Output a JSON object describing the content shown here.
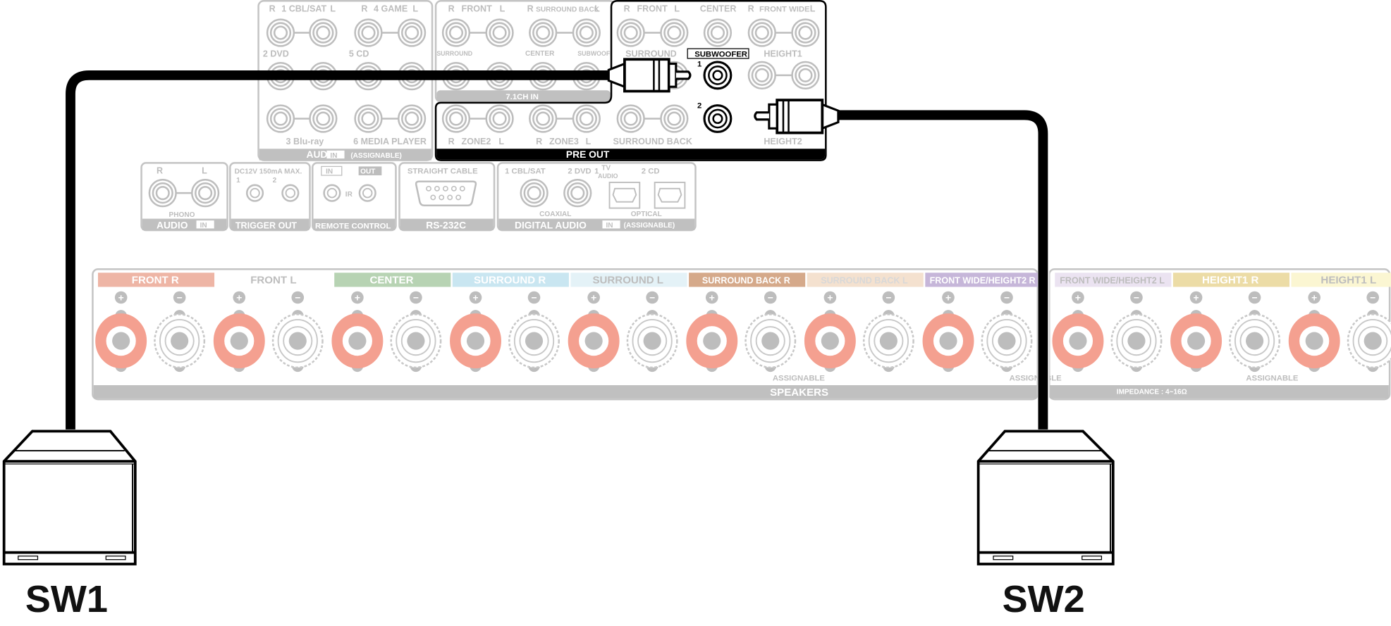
{
  "diagram": {
    "title": "Subwoofer connection (SW1 / SW2) to PRE OUT SUBWOOFER 1 and 2",
    "subwoofers": [
      {
        "id": "sw1",
        "label": "SW1",
        "connected_to": "SUBWOOFER 1"
      },
      {
        "id": "sw2",
        "label": "SW2",
        "connected_to": "SUBWOOFER 2"
      }
    ],
    "colors": {
      "cable": "#000000",
      "terminal_gray": "#bdbdbd",
      "speaker_plus": "#f4a090",
      "highlight_frame": "#000000"
    }
  },
  "audio_in": {
    "row1": [
      {
        "r": "R",
        "name": "1 CBL/SAT",
        "l": "L"
      },
      {
        "r": "R",
        "name": "4 GAME",
        "l": "L"
      }
    ],
    "row2": [
      "2 DVD",
      "5 CD"
    ],
    "row3": [
      "3 Blu-ray",
      "6 MEDIA PLAYER"
    ],
    "footer": "AUDIO",
    "footer_badge": "IN",
    "footer_note": "(ASSIGNABLE)"
  },
  "ch71_in": {
    "top": [
      {
        "r": "R",
        "name": "FRONT",
        "l": "L"
      },
      {
        "r": "R",
        "name": "SURROUND BACK",
        "l": "L"
      }
    ],
    "mid": [
      "SURROUND",
      "CENTER",
      "SUBWOOFER"
    ],
    "footer": "7.1CH IN"
  },
  "pre_out": {
    "top": [
      {
        "r": "R",
        "name": "FRONT",
        "l": "L"
      },
      {
        "name": "CENTER"
      },
      {
        "r": "R",
        "name": "FRONT WIDE",
        "l": "L"
      }
    ],
    "mid": [
      "SURROUND",
      "HEIGHT1"
    ],
    "subwoofer_label": "SUBWOOFER",
    "sub_ports": [
      "1",
      "2"
    ],
    "bottom": [
      {
        "r": "R",
        "name": "ZONE2",
        "l": "L"
      },
      {
        "r": "R",
        "name": "ZONE3",
        "l": "L"
      },
      {
        "name": "SURROUND BACK"
      },
      {
        "name": "HEIGHT2"
      }
    ],
    "footer": "PRE OUT"
  },
  "lower_panels": {
    "phono": {
      "r": "R",
      "l": "L",
      "sub": "PHONO",
      "footer": "AUDIO",
      "badge": "IN"
    },
    "trigger": {
      "top": "DC12V 150mA MAX.",
      "ports": [
        "1",
        "2"
      ],
      "footer": "TRIGGER OUT"
    },
    "remote": {
      "in": "IN",
      "out": "OUT",
      "mid": "IR",
      "footer": "REMOTE CONTROL"
    },
    "rs232": {
      "top": "STRAIGHT CABLE",
      "footer": "RS-232C"
    },
    "digital": {
      "coax": [
        "1 CBL/SAT",
        "2 DVD"
      ],
      "opt1_num": "1",
      "opt1_top": "TV",
      "opt1_bottom": "AUDIO",
      "opt2": "2 CD",
      "coax_label": "COAXIAL",
      "opt_label": "OPTICAL",
      "footer": "DIGITAL AUDIO",
      "badge": "IN",
      "note": "(ASSIGNABLE)"
    }
  },
  "speakers": {
    "channels": [
      {
        "name": "FRONT",
        "side": "R",
        "color": "#eeb5a5",
        "text": "#ffffff"
      },
      {
        "name": "FRONT",
        "side": "L",
        "color": "#ffffff",
        "text": "#bdbdbd"
      },
      {
        "name": "CENTER",
        "side": "",
        "color": "#b7d3b3",
        "text": "#ffffff"
      },
      {
        "name": "SURROUND",
        "side": "R",
        "color": "#c9e6f1",
        "text": "#ffffff"
      },
      {
        "name": "SURROUND",
        "side": "L",
        "color": "#e4f2f7",
        "text": "#bdbdbd"
      },
      {
        "name": "SURROUND BACK",
        "side": "R",
        "color": "#d5a98a",
        "text": "#ffffff"
      },
      {
        "name": "SURROUND BACK",
        "side": "L",
        "color": "#f4e1cf",
        "text": "#d8d8d8"
      },
      {
        "name": "FRONT WIDE/HEIGHT2",
        "side": "R",
        "color": "#c6b6d9",
        "text": "#ffffff"
      },
      {
        "name": "FRONT WIDE/HEIGHT2",
        "side": "L",
        "color": "#ebe3f1",
        "text": "#bdbdbd"
      },
      {
        "name": "HEIGHT1",
        "side": "R",
        "color": "#ecdca6",
        "text": "#ffffff"
      },
      {
        "name": "HEIGHT1",
        "side": "L",
        "color": "#fbf6d2",
        "text": "#bdbdbd"
      }
    ],
    "plus": "+",
    "minus": "−",
    "assignable_notes": [
      "ASSIGNABLE",
      "ASSIGNABLE",
      "ASSIGNABLE"
    ],
    "footer": "SPEAKERS",
    "impedance": "IMPEDANCE : 4~16Ω"
  }
}
